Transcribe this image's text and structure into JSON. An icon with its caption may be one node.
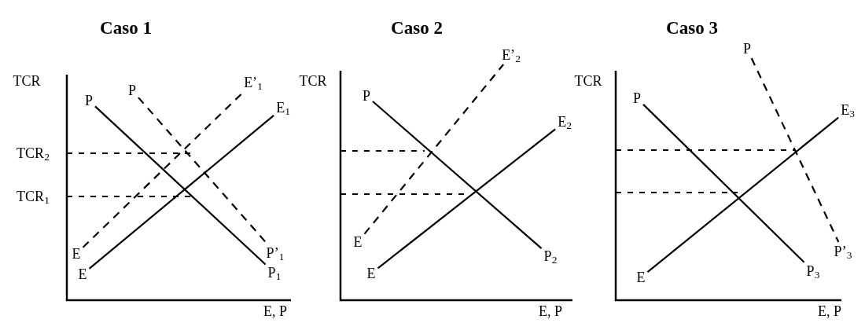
{
  "diagram": {
    "nodes": [
      {
        "text": [
          "P"
        ]
      },
      {
        "text": [
          "P"
        ]
      },
      {
        "text": [
          "E’$_{1}$"
        ]
      },
      {
        "text": [
          "E$_{1}$"
        ]
      },
      {
        "text": [
          "E"
        ]
      },
      {
        "text": [
          "E"
        ]
      },
      {
        "text": [
          "P’$_{1}$"
        ]
      },
      {
        "text": [
          "P$_{1}$"
        ]
      },
      {
        "text": [
          "E’$_{2}$"
        ]
      },
      {
        "text": [
          "P"
        ]
      },
      {
        "text": [
          "E$_{2}$"
        ]
      },
      {
        "text": [
          "E"
        ]
      },
      {
        "text": [
          "E"
        ]
      },
      {
        "text": [
          "P$_{2}$"
        ]
      },
      {
        "text": [
          "P"
        ]
      },
      {
        "text": [
          "P"
        ]
      },
      {
        "text": [
          "E$_{3}$"
        ]
      },
      {
        "text": [
          "E"
        ]
      },
      {
        "text": [
          "P$_{3}$"
        ]
      },
      {
        "text": [
          "P’$_{3}$"
        ]
      }
    ],
    "edges": [
      {
        "from": 0,
        "to": 7,
        "arrow": "none"
      },
      {
        "from": 1,
        "to": 6,
        "arrow": "none",
        "style": "dashed"
      },
      {
        "from": 5,
        "to": 3,
        "arrow": "none"
      },
      {
        "from": 4,
        "to": 2,
        "arrow": "none",
        "style": "dashed"
      },
      {
        "from": 9,
        "to": 13,
        "arrow": "none"
      },
      {
        "from": 12,
        "to": 10,
        "arrow": "none"
      },
      {
        "from": 11,
        "to": 8,
        "arrow": "none",
        "style": "dashed"
      },
      {
        "from": 15,
        "to": 18,
        "arrow": "none"
      },
      {
        "from": 17,
        "to": 16,
        "arrow": "none"
      },
      {
        "from": 14,
        "to": 19,
        "arrow": "none",
        "style": "dashed"
      }
    ],
    "labels": [
      "Caso 1",
      "Caso 2",
      "Caso 3",
      "TCR",
      "TCR$_{2}$",
      "TCR$_{1}$",
      "E, P",
      "TCR",
      "E, P",
      "TCR",
      "E, P"
    ]
  }
}
